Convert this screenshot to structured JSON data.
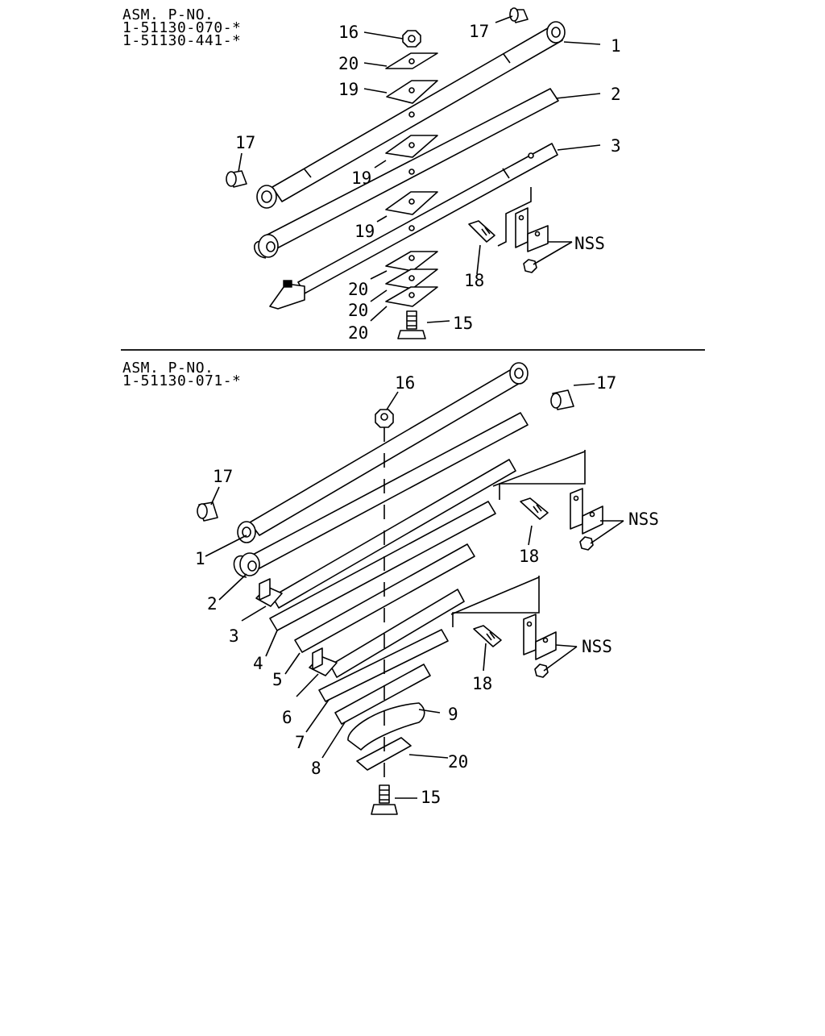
{
  "top_assembly": {
    "heading": "ASM. P-NO.",
    "part_numbers": [
      "1-51130-070-*",
      "1-51130-441-*"
    ],
    "callouts": {
      "c16": "16",
      "c17a": "17",
      "c1": "1",
      "c20a": "20",
      "c19a": "19",
      "c2": "2",
      "c17b": "17",
      "c19b": "19",
      "c3": "3",
      "c19c": "19",
      "nss": "NSS",
      "c18": "18",
      "c20b": "20",
      "c20c": "20",
      "c20d": "20",
      "c15": "15"
    }
  },
  "bottom_assembly": {
    "heading": "ASM. P-NO.",
    "part_numbers": [
      "1-51130-071-*"
    ],
    "callouts": {
      "c16": "16",
      "c17a": "17",
      "c17b": "17",
      "nss1": "NSS",
      "c18a": "18",
      "c1": "1",
      "c2": "2",
      "c3": "3",
      "c4": "4",
      "c5": "5",
      "nss2": "NSS",
      "c6": "6",
      "c18b": "18",
      "c7": "7",
      "c9": "9",
      "c8": "8",
      "c20": "20",
      "c15": "15"
    }
  }
}
